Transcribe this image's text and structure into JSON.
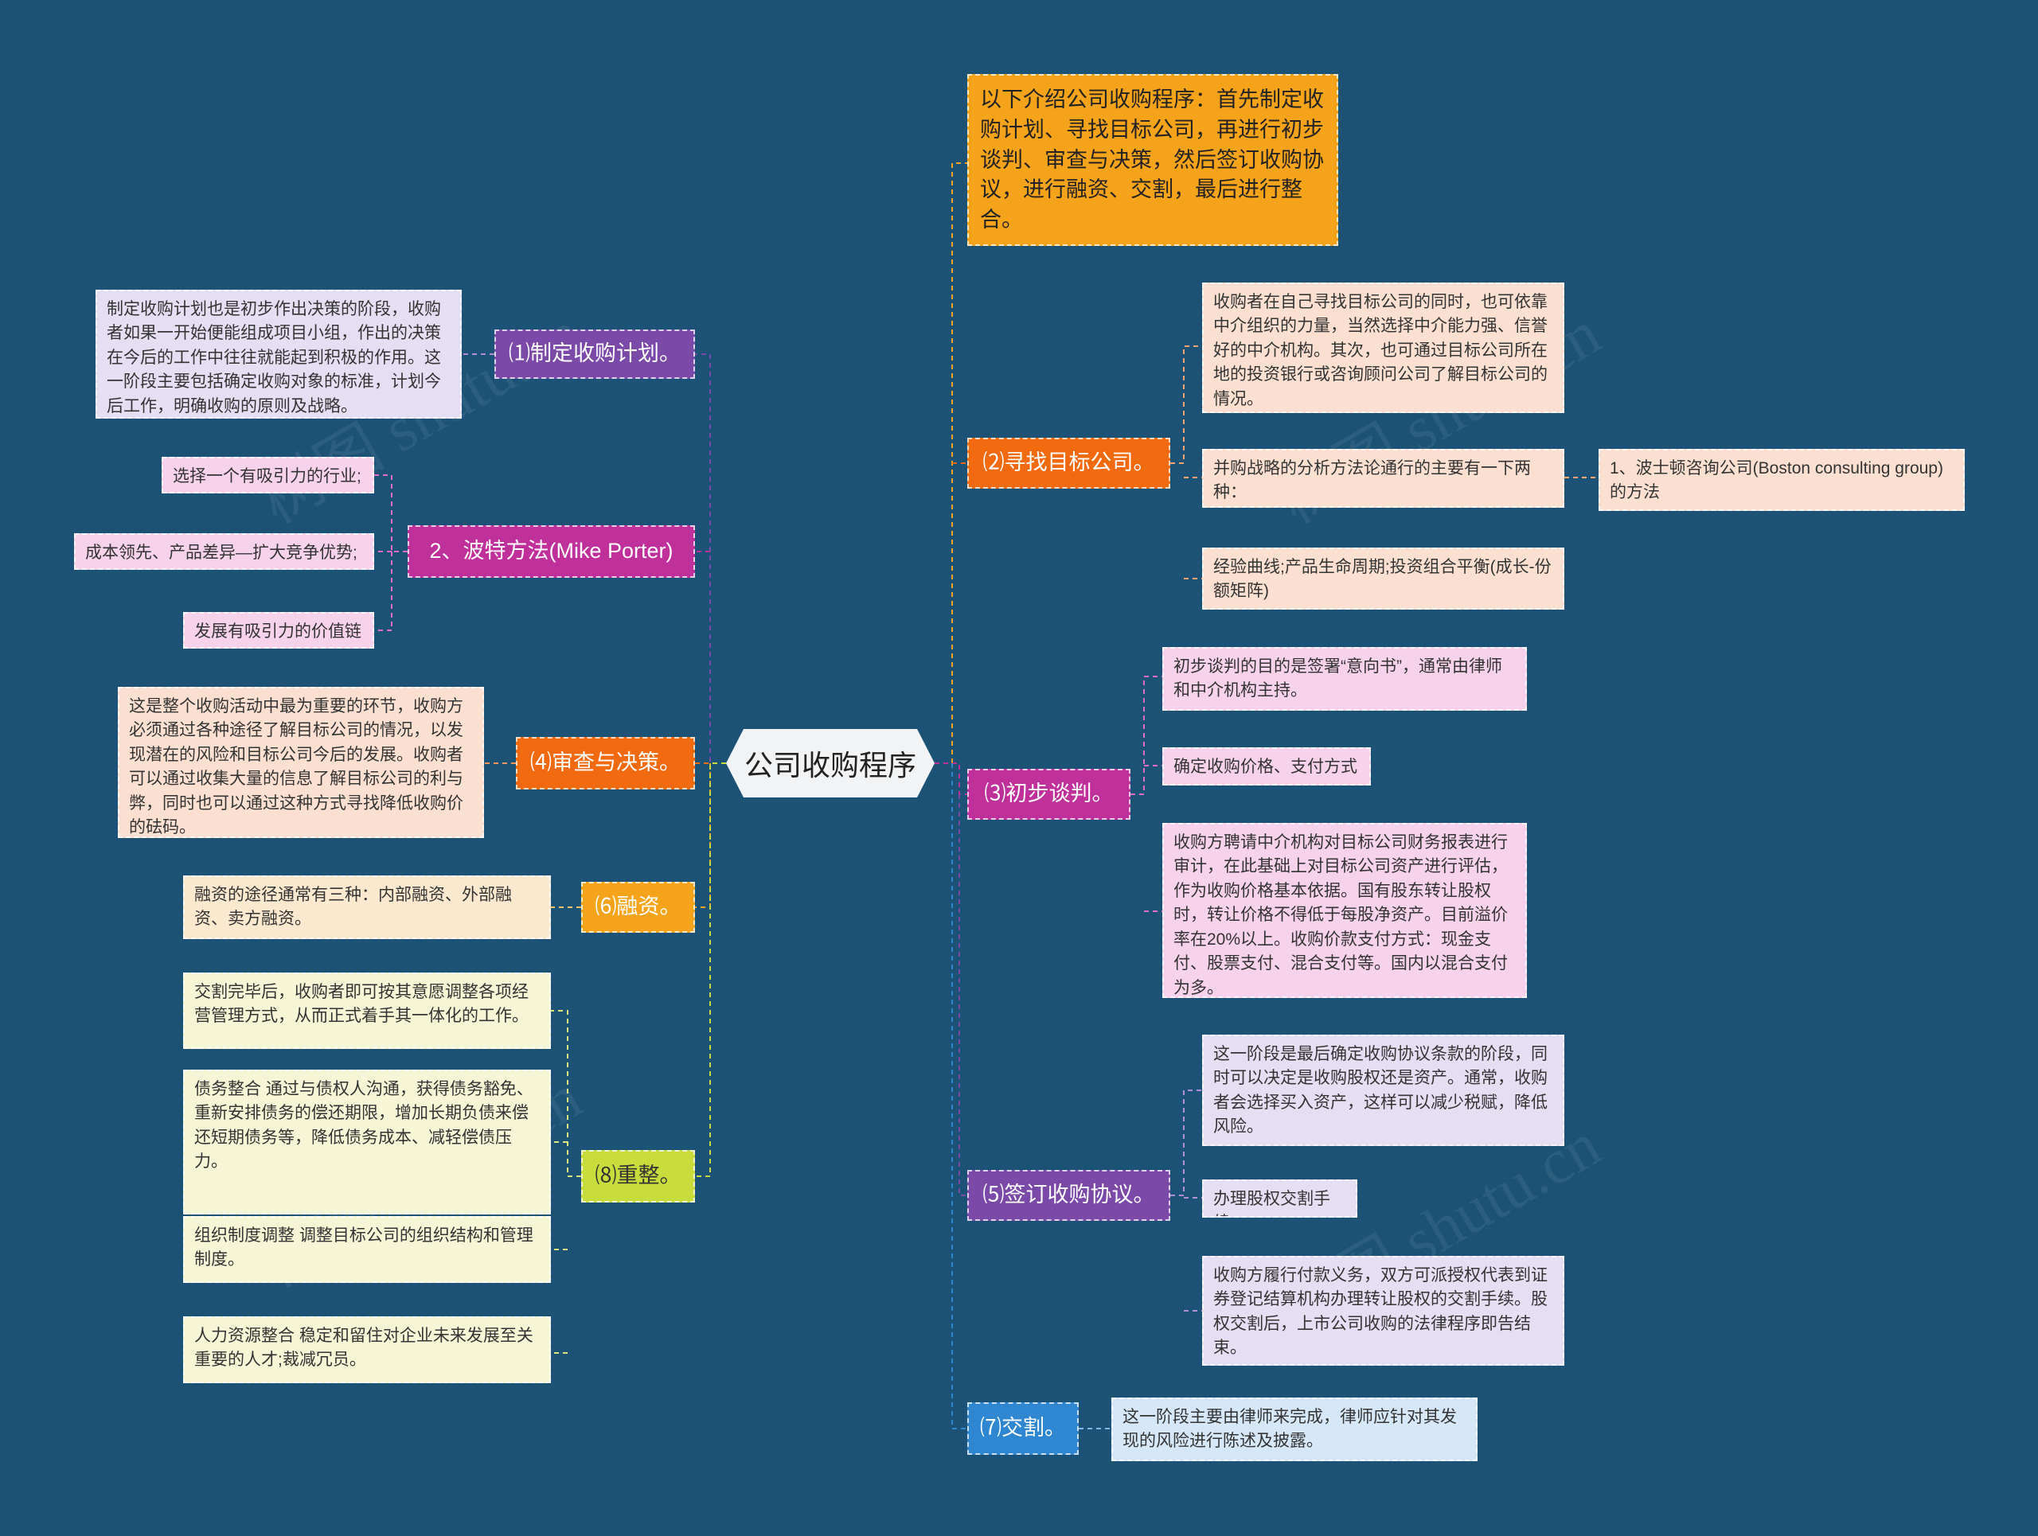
{
  "root": {
    "label": "公司收购程序"
  },
  "intro": {
    "text": "以下介绍公司收购程序：首先制定收购计划、寻找目标公司，再进行初步谈判、审查与决策，然后签订收购协议，进行融资、交割，最后进行整合。"
  },
  "watermark": "树图 shutu.cn",
  "colors": {
    "background": "#1b5276",
    "purple": "#7b4aa8",
    "magenta": "#c0309a",
    "orange": "#f26a10",
    "amber": "#f5a31b",
    "lime": "#c8dc3c",
    "blue": "#2f86d1"
  },
  "left": {
    "plan": {
      "label": "⑴制定收购计划。",
      "detail": "制定收购计划也是初步作出决策的阶段，收购者如果一开始便能组成项目小组，作出的决策在今后的工作中往往就能起到积极的作用。这一阶段主要包括确定收购对象的标准，计划今后工作，明确收购的原则及战略。"
    },
    "porter": {
      "label": "2、波特方法(Mike Porter)",
      "items": [
        "选择一个有吸引力的行业;",
        "成本领先、产品差异—扩大竞争优势;",
        "发展有吸引力的价值链"
      ]
    },
    "review": {
      "label": "⑷审查与决策。",
      "detail": "这是整个收购活动中最为重要的环节，收购方必须通过各种途径了解目标公司的情况，以发现潜在的风险和目标公司今后的发展。收购者可以通过收集大量的信息了解目标公司的利与弊，同时也可以通过这种方式寻找降低收购价的砝码。"
    },
    "finance": {
      "label": "⑹融资。",
      "detail": "融资的途径通常有三种：内部融资、外部融资、卖方融资。"
    },
    "restructure": {
      "label": "⑻重整。",
      "items": [
        "交割完毕后，收购者即可按其意愿调整各项经营管理方式，从而正式着手其一体化的工作。",
        "债务整合 通过与债权人沟通，获得债务豁免、重新安排债务的偿还期限，增加长期负债来偿还短期债务等，降低债务成本、减轻偿债压力。",
        "组织制度调整 调整目标公司的组织结构和管理制度。",
        "人力资源整合 稳定和留住对企业未来发展至关重要的人才;裁减冗员。"
      ]
    }
  },
  "right": {
    "search": {
      "label": "⑵寻找目标公司。",
      "items": [
        "收购者在自己寻找目标公司的同时，也可依靠中介组织的力量，当然选择中介能力强、信誉好的中介机构。其次，也可通过目标公司所在地的投资银行或咨询顾问公司了解目标公司的情况。",
        "并购战略的分析方法论通行的主要有一下两种：",
        "经验曲线;产品生命周期;投资组合平衡(成长-份额矩阵)"
      ],
      "sub": "1、波士顿咨询公司(Boston consulting group)的方法"
    },
    "negotiate": {
      "label": "⑶初步谈判。",
      "items": [
        "初步谈判的目的是签署“意向书”，通常由律师和中介机构主持。",
        "确定收购价格、支付方式",
        "收购方聘请中介机构对目标公司财务报表进行审计，在此基础上对目标公司资产进行评估，作为收购价格基本依据。国有股东转让股权时，转让价格不得低于每股净资产。目前溢价率在20%以上。收购价款支付方式：现金支付、股票支付、混合支付等。国内以混合支付为多。"
      ]
    },
    "agreement": {
      "label": "⑸签订收购协议。",
      "items": [
        "这一阶段是最后确定收购协议条款的阶段，同时可以决定是收购股权还是资产。通常，收购者会选择买入资产，这样可以减少税赋，降低风险。",
        "办理股权交割手续",
        "收购方履行付款义务，双方可派授权代表到证券登记结算机构办理转让股权的交割手续。股权交割后，上市公司收购的法律程序即告结束。"
      ]
    },
    "delivery": {
      "label": "⑺交割。",
      "detail": "这一阶段主要由律师来完成，律师应针对其发现的风险进行陈述及披露。"
    }
  }
}
